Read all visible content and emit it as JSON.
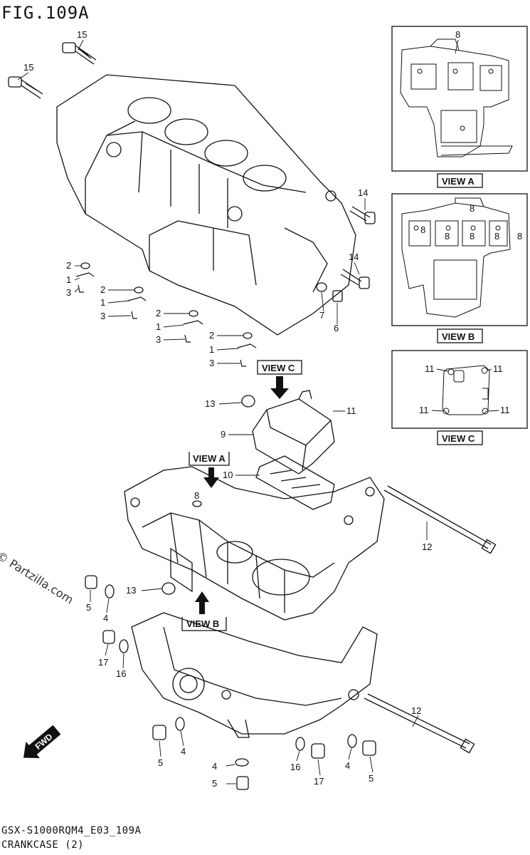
{
  "figure": {
    "title": "FIG.109A",
    "code": "GSX-S1000RQM4_E03_109A",
    "name": "CRANKCASE (2)",
    "watermark": "© Partzilla.com"
  },
  "views": {
    "a_label": "VIEW A",
    "b_label": "VIEW B",
    "c_label": "VIEW C",
    "fwd": "FWD"
  },
  "callouts": {
    "n1": "1",
    "n2": "2",
    "n3": "3",
    "n4": "4",
    "n5": "5",
    "n6": "6",
    "n7": "7",
    "n8": "8",
    "n9": "9",
    "n10": "10",
    "n11": "11",
    "n12": "12",
    "n13": "13",
    "n14": "14",
    "n15": "15",
    "n16": "16",
    "n17": "17"
  }
}
